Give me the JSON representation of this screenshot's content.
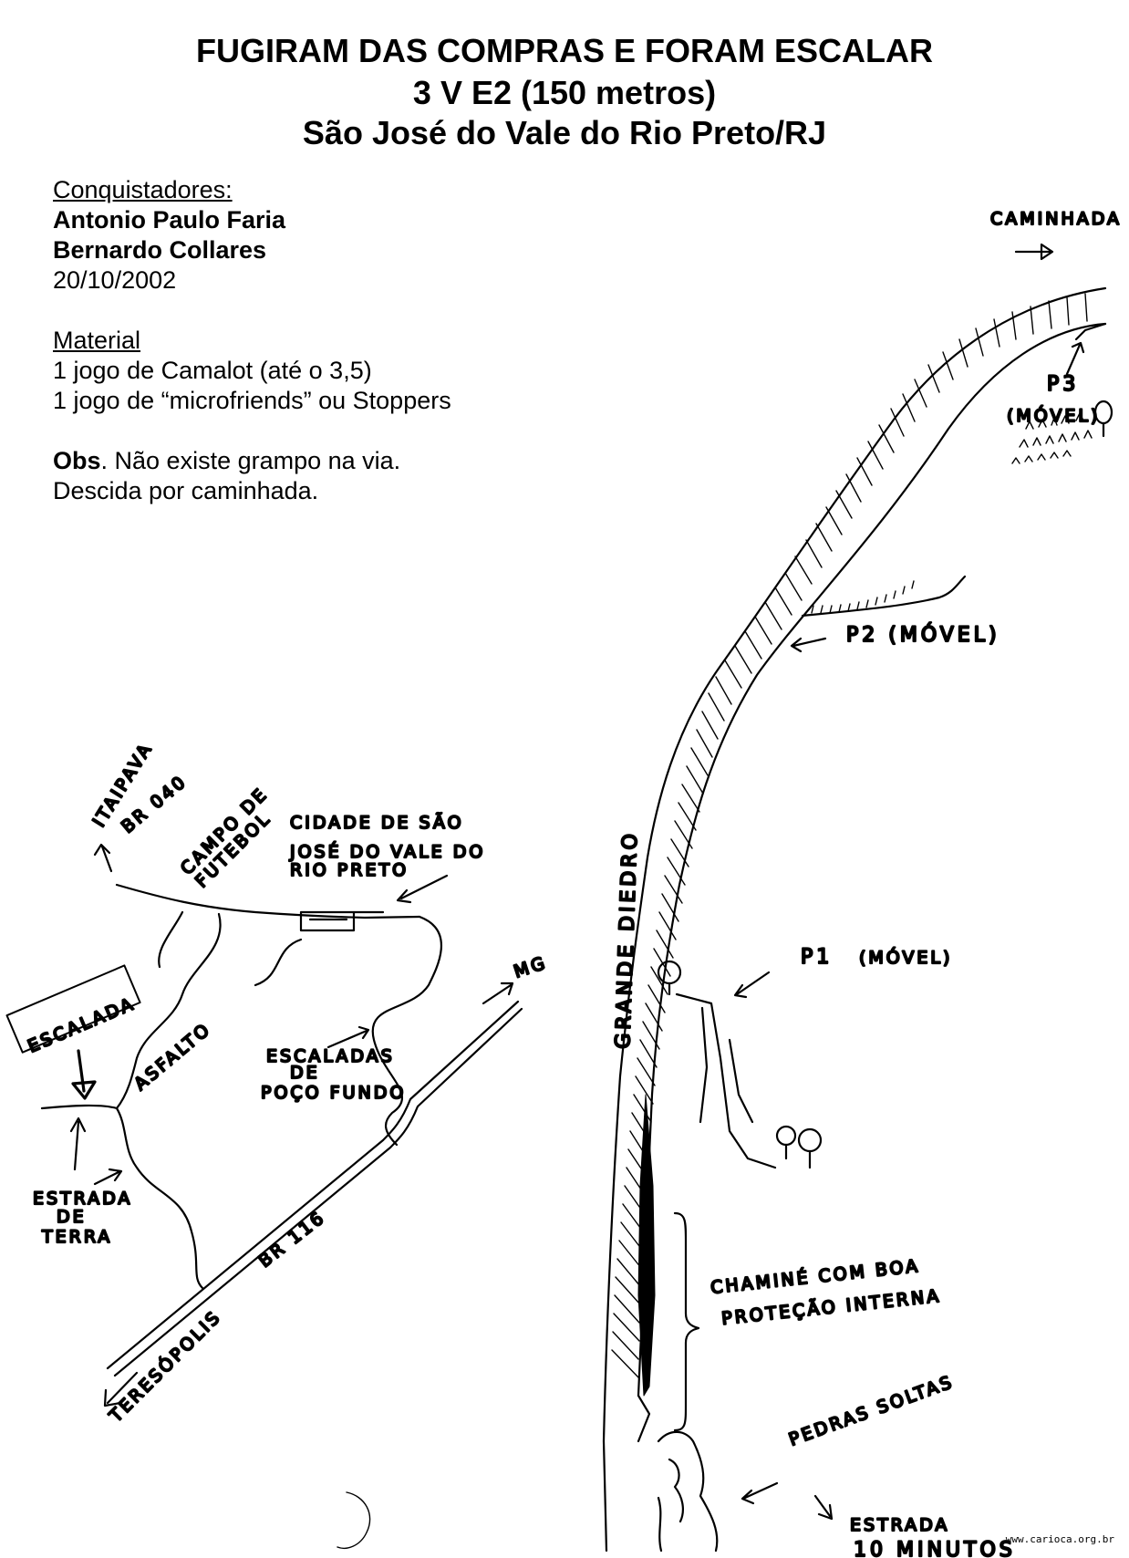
{
  "header": {
    "title_line1": "FUGIRAM DAS COMPRAS E FORAM ESCALAR",
    "title_line2": "3 V E2 (150 metros)",
    "title_line3": "São José do Vale do Rio Preto/RJ"
  },
  "info": {
    "conquistadores_label": "Conquistadores:",
    "climber1": "Antonio Paulo Faria",
    "climber2": "Bernardo Collares",
    "date": "20/10/2002",
    "material_label": "Material",
    "material1": "1 jogo de Camalot (até o 3,5)",
    "material2": "1 jogo de “microfriends” ou Stoppers",
    "obs_label": "Obs",
    "obs_text": ". Não existe grampo na via.",
    "descent": "Descida por caminhada."
  },
  "topo": {
    "caminhada": "CAMINHADA",
    "p3_label": "P3",
    "p3_note": "(MÓVEL)",
    "p2_label": "P2 (MÓVEL)",
    "p1_label": "P1",
    "p1_note": "(MÓVEL)",
    "grande_diedro": "GRANDE DIEDRO",
    "chamine_line1": "CHAMINÉ COM BOA",
    "chamine_line2": "PROTEÇÃO INTERNA",
    "pedras_soltas": "PEDRAS SOLTAS",
    "estrada_line1": "ESTRADA",
    "estrada_line2": "10 MINUTOS"
  },
  "map": {
    "itaipava": "ITAIPAVA",
    "br040": "BR 040",
    "campo_line1": "CAMPO DE",
    "campo_line2": "FUTEBOL",
    "cidade_line1": "CIDADE DE SÃO",
    "cidade_line2": "JOSÉ DO VALE DO",
    "cidade_line3": "RIO PRETO",
    "mg": "MG",
    "escalada": "ESCALADA",
    "asfalto": "ASFALTO",
    "pocofundo_line1": "ESCALADAS",
    "pocofundo_line2": "DE",
    "pocofundo_line3": "POÇO FUNDO",
    "estrada_line1": "ESTRADA",
    "estrada_line2": "DE",
    "estrada_line3": "TERRA",
    "br116": "BR 116",
    "teresopolis": "TERESÓPOLIS"
  },
  "watermark": "www.carioca.org.br"
}
